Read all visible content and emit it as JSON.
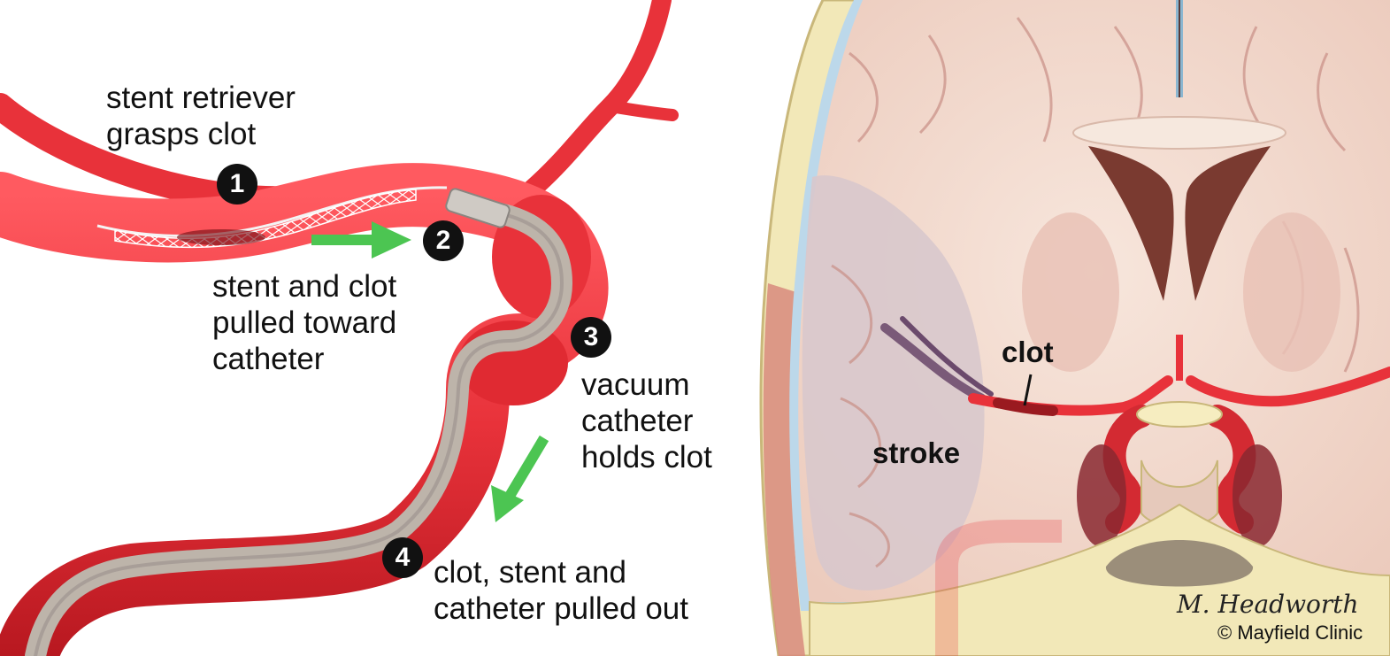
{
  "labels": {
    "step1": "stent retriever\ngrasps clot",
    "step2": "stent and clot\npulled toward\ncatheter",
    "step3": "vacuum\ncatheter\nholds clot",
    "step4": "clot, stent and\ncatheter pulled out",
    "clot": "clot",
    "stroke": "stroke"
  },
  "badges": [
    "1",
    "2",
    "3",
    "4"
  ],
  "copyright": "© Mayfield Clinic",
  "signature": "M. Headworth",
  "colors": {
    "artery": "#e8323a",
    "artery_dark": "#c81e28",
    "catheter": "#bdb4aa",
    "arrow": "#4cc552",
    "brain_tissue": "#f3ddd2",
    "grey_matter": "#e9c2b6",
    "stroke_region": "#d8c8cc",
    "skull": "#f2e8b8",
    "ventricle": "#7a3a30",
    "csf": "#bcd8ea"
  }
}
